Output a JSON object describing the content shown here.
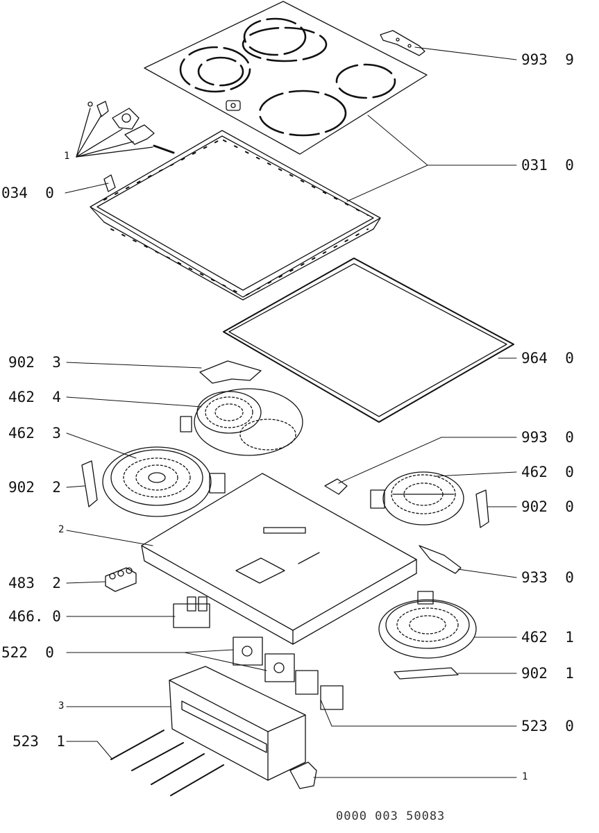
{
  "labels": {
    "l993_9": "993  9",
    "l031_0": "031  0",
    "l034_0": "034  0",
    "l1_top": "1",
    "l964_0": "964  0",
    "l902_3": "902  3",
    "l462_4": "462  4",
    "l462_3": "462  3",
    "l993_0": "993  0",
    "l902_2": "902  2",
    "l462_0": "462  0",
    "l902_0": "902  0",
    "l2": "2",
    "l933_0": "933  0",
    "l483_2": "483  2",
    "l466_0": "466. 0",
    "l462_1": "462  1",
    "l522_0": "522  0",
    "l902_1": "902  1",
    "l3": "3",
    "l523_0": "523  0",
    "l523_1": "523  1",
    "l1_bottom": "1"
  },
  "doc_number": "0000 003 50083"
}
